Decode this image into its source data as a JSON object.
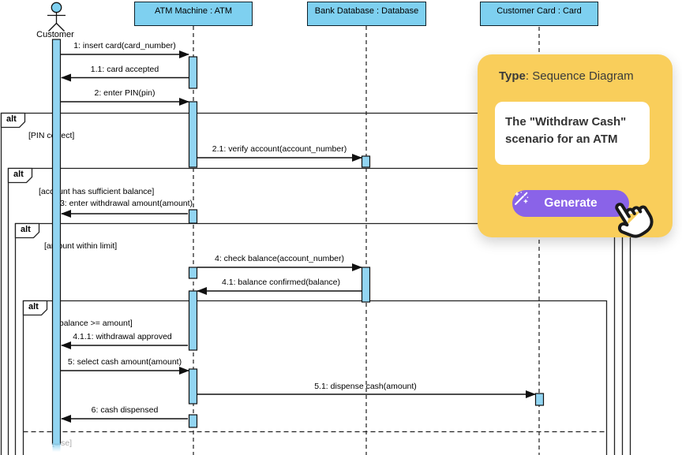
{
  "diagram": {
    "actor": {
      "name": "Customer"
    },
    "lifelines": [
      {
        "label": "ATM Machine : ATM"
      },
      {
        "label": "Bank Database : Database"
      },
      {
        "label": "Customer Card : Card"
      }
    ],
    "messages": [
      {
        "label": "1: insert card(card_number)"
      },
      {
        "label": "1.1: card accepted"
      },
      {
        "label": "2: enter PIN(pin)"
      },
      {
        "label": "2.1: verify account(account_number)"
      },
      {
        "label": "3: enter withdrawal amount(amount)"
      },
      {
        "label": "4: check balance(account_number)"
      },
      {
        "label": "4.1: balance confirmed(balance)"
      },
      {
        "label": "4.1.1: withdrawal approved"
      },
      {
        "label": "5: select cash amount(amount)"
      },
      {
        "label": "5.1: dispense cash(amount)"
      },
      {
        "label": "6: cash dispensed"
      }
    ],
    "fragments": [
      {
        "operator": "alt",
        "guard": "[PIN correct]"
      },
      {
        "operator": "alt",
        "guard": "[account has sufficient balance]"
      },
      {
        "operator": "alt",
        "guard": "[amount within limit]"
      },
      {
        "operator": "alt",
        "guard": "[balance >= amount]",
        "else_label": "[else]"
      }
    ]
  },
  "overlay": {
    "type_label": "Type",
    "type_value": ": Sequence Diagram",
    "description": "The \"Withdraw Cash\" scenario for an ATM",
    "generate_label": "Generate",
    "icons": {
      "button_icon": "magic-wand-icon",
      "cursor": "hand-pointer-cursor"
    }
  },
  "colors": {
    "lifeline_box_fill": "#7ED0F0",
    "activation_fill": "#92D5F2",
    "outline": "#101010",
    "overlay_bg": "#F9CE5B",
    "button_bg": "#8A63E8",
    "dark_text": "#333333",
    "else_text": "#ABABAB"
  }
}
